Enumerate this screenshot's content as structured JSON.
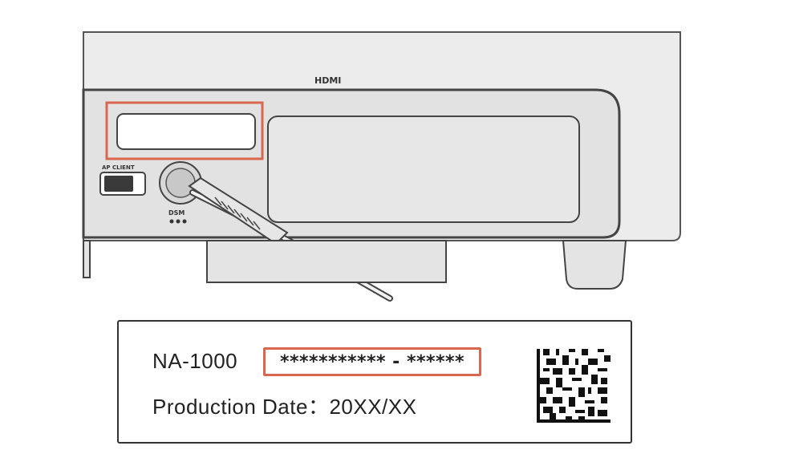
{
  "product_label": {
    "model": "NA-1000",
    "serial_placeholder": "*********** - ******",
    "production_date_text": "Production Date：20XX/XX"
  },
  "device": {
    "port_label": "HDMI",
    "switch_label": "AP CLIENT",
    "connector_label": "DSM"
  },
  "colors": {
    "highlight": "#d9664e",
    "outline": "#333333",
    "device_fill": "#ececec"
  }
}
